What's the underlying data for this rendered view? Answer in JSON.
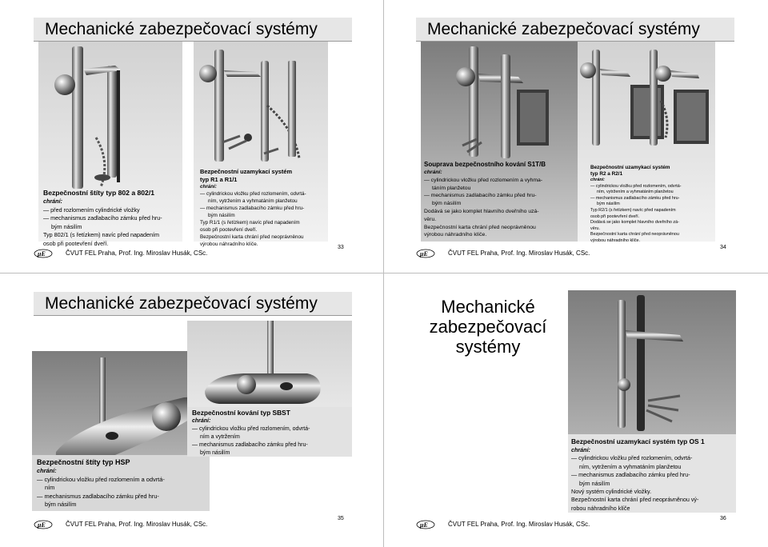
{
  "slides": [
    {
      "title": "Mechanické zabezpečovací systémy",
      "captions": [
        {
          "heading": "Bezpečnostní štíty typ 802 a 802/1",
          "sub": "chrání:",
          "lines": [
            "— před rozlomením cylindrické vložky",
            "— mechanismus zadlabacího zámku před hru-",
            "bým násilím",
            "Typ 802/1 (s řetízkem) navíc před napadením",
            "osob při pootevření dveří."
          ]
        },
        {
          "heading": "Bezpečnostní uzamykací systém",
          "heading2": "typ R1 a R1/1",
          "sub": "chrání:",
          "lines": [
            "— cylindrickou vložku před rozlomením, odvrtá-",
            "ním, vytržením a vyhmatáním planžetou",
            "— mechanismus zadlabacího zámku před hru-",
            "bým násilím",
            "Typ R1/1 (s řetízkem) navíc před napadením",
            "osob při pootevření dveří.",
            "Bezpečnostní karta chrání před neoprávněnou",
            "výrobou náhradního klíče."
          ]
        }
      ],
      "footer": "ČVUT FEL Praha, Prof. Ing. Miroslav Husák, CSc.",
      "page": "33"
    },
    {
      "title": "Mechanické zabezpečovací systémy",
      "captions": [
        {
          "heading": "Souprava bezpečnostního kování S1T/B",
          "sub": "chrání:",
          "lines": [
            "— cylindrickou vložku před rozlomením a vyhma-",
            "táním planžetou",
            "— mechanismus zadlabacího zámku před hru-",
            "bým násilím",
            "Dodává se jako komplet hlavního dveřního uzá-",
            "věru.",
            "Bezpečnostní karta chrání před neoprávněnou",
            "výrobou náhradního klíče."
          ]
        },
        {
          "heading": "Bezpečnostní uzamykací systém",
          "heading2": "typ R2 a R2/1",
          "sub": "chrání:",
          "lines": [
            "— cylindrickou vložku před rozlomením, odvrtá-",
            "ním, vytržením a vyhmatáním planžetou",
            "— mechanismus zadlabacího zámku před hru-",
            "bým násilím",
            "Typ R2/1 (s řetízkem) navíc před napadením",
            "osob při pootevření dveří.",
            "Dodává se jako komplet hlavního dveřního zá-",
            "věru.",
            "Bezpečnostní karta chrání před neoprávněnou",
            "výrobou náhradního klíče."
          ]
        }
      ],
      "footer": "ČVUT FEL Praha, Prof. Ing. Miroslav Husák, CSc.",
      "page": "34"
    },
    {
      "title": "Mechanické zabezpečovací systémy",
      "captions": [
        {
          "heading": "Bezpečnostní kování typ SBST",
          "sub": "chrání:",
          "lines": [
            "— cylindrickou vložku před rozlomením, odvrtá-",
            "ním a vytržením",
            "— mechanismus zadlabacího zámku před hru-",
            "bým násilím"
          ]
        },
        {
          "heading": "Bezpečnostní štíty typ HSP",
          "sub": "chrání:",
          "lines": [
            "— cylindrickou vložku před rozlomením a odvrtá-",
            "ním",
            "— mechanismus zadlabacího zámku před hru-",
            "bým násilím"
          ]
        }
      ],
      "footer": "ČVUT FEL Praha, Prof. Ing. Miroslav Husák, CSc.",
      "page": "35"
    },
    {
      "title_lines": [
        "Mechanické",
        "zabezpečovací",
        "systémy"
      ],
      "captions": [
        {
          "heading": "Bezpečnostní uzamykací systém typ OS 1",
          "sub": "chrání:",
          "lines": [
            "— cylindrickou vložku před rozlomením, odvrtá-",
            "ním, vytržením a vyhmatáním planžetou",
            "— mechanismus zadlabacího zámku před hru-",
            "bým násilím",
            "Nový systém cylindrické vložky.",
            "Bezpečnostní karta chrání před neoprávněnou vý-",
            "robou náhradního klíče"
          ]
        }
      ],
      "footer": "ČVUT FEL Praha, Prof. Ing. Miroslav Husák, CSc.",
      "page": "36"
    }
  ]
}
